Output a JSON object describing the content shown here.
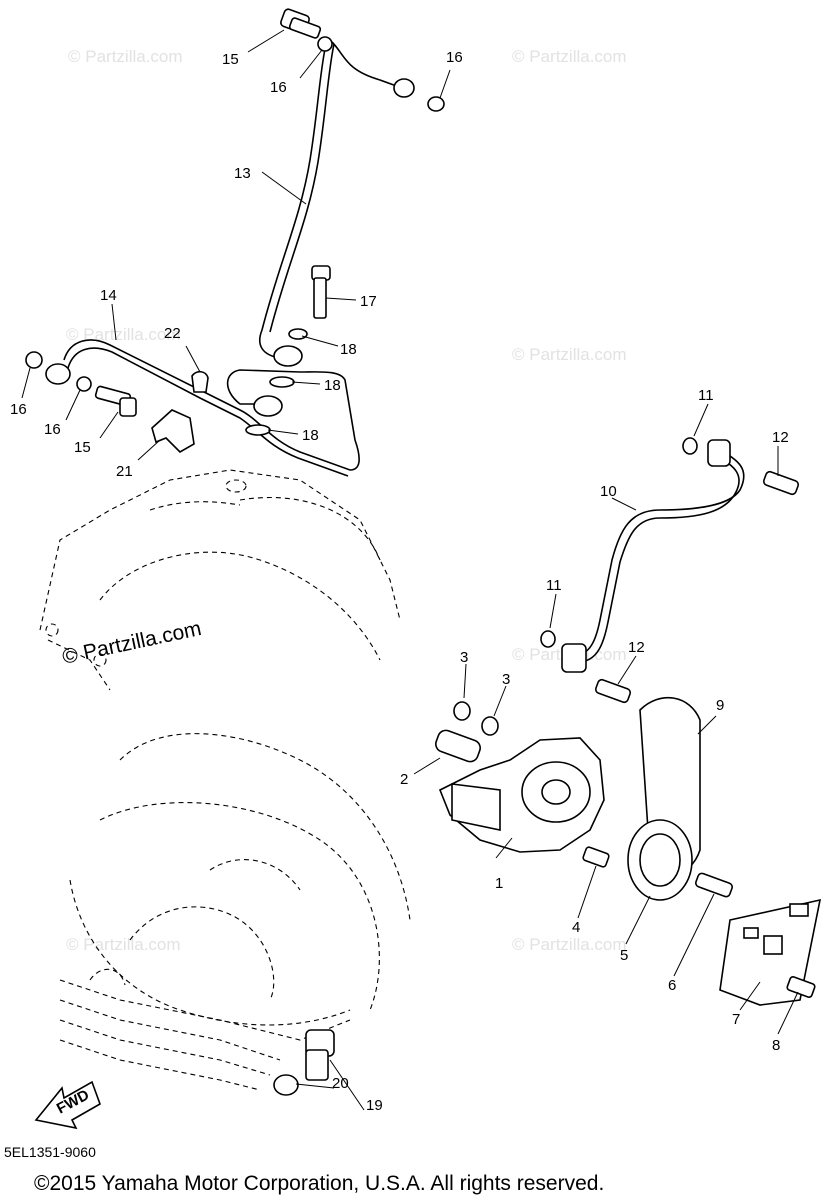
{
  "watermarks": [
    "© Partzilla.com"
  ],
  "callouts": [
    "1",
    "2",
    "3",
    "3",
    "4",
    "5",
    "6",
    "7",
    "8",
    "9",
    "10",
    "11",
    "11",
    "12",
    "12",
    "13",
    "14",
    "15",
    "15",
    "16",
    "16",
    "16",
    "16",
    "17",
    "18",
    "18",
    "18",
    "19",
    "20",
    "21",
    "22"
  ],
  "fwd_label": "FWD",
  "diagram_code": "5EL1351-9060",
  "copyright": "©2015  Yamaha Motor Corporation, U.S.A. All rights reserved."
}
